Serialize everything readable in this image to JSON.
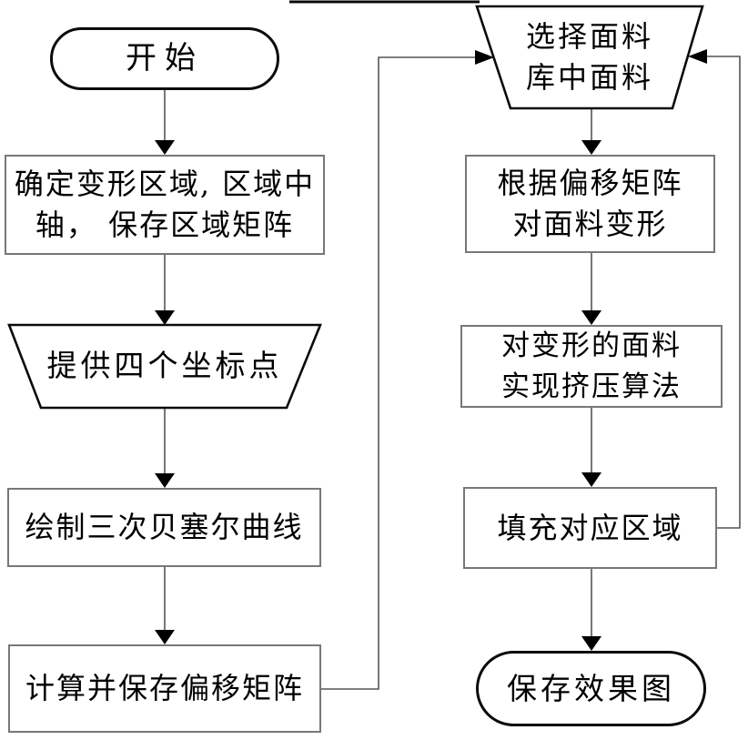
{
  "flowchart": {
    "title_hint": "fabric deformation rendering flowchart",
    "start": {
      "label": "开始"
    },
    "define_region": {
      "line1": "确定变形区域, 区域中",
      "line2": "轴， 保存区域矩阵"
    },
    "provide_points": {
      "label": "提供四个坐标点"
    },
    "draw_bezier": {
      "label": "绘制三次贝塞尔曲线"
    },
    "compute_matrix": {
      "label": "计算并保存偏移矩阵"
    },
    "select_fabric": {
      "line1": "选择面料",
      "line2": "库中面料"
    },
    "deform_fabric": {
      "line1": "根据偏移矩阵",
      "line2": "对面料变形"
    },
    "squeeze_algorithm": {
      "line1": "对变形的面料",
      "line2": "实现挤压算法"
    },
    "fill_region": {
      "label": "填充对应区域"
    },
    "end": {
      "label": "保存效果图"
    }
  },
  "colors": {
    "background": "#ffffff",
    "shape_border_black": "#0a0a0a",
    "rect_border_gray": "#777777",
    "connector_line": "#555555",
    "arrowhead": "#000000",
    "text": "#000000"
  }
}
